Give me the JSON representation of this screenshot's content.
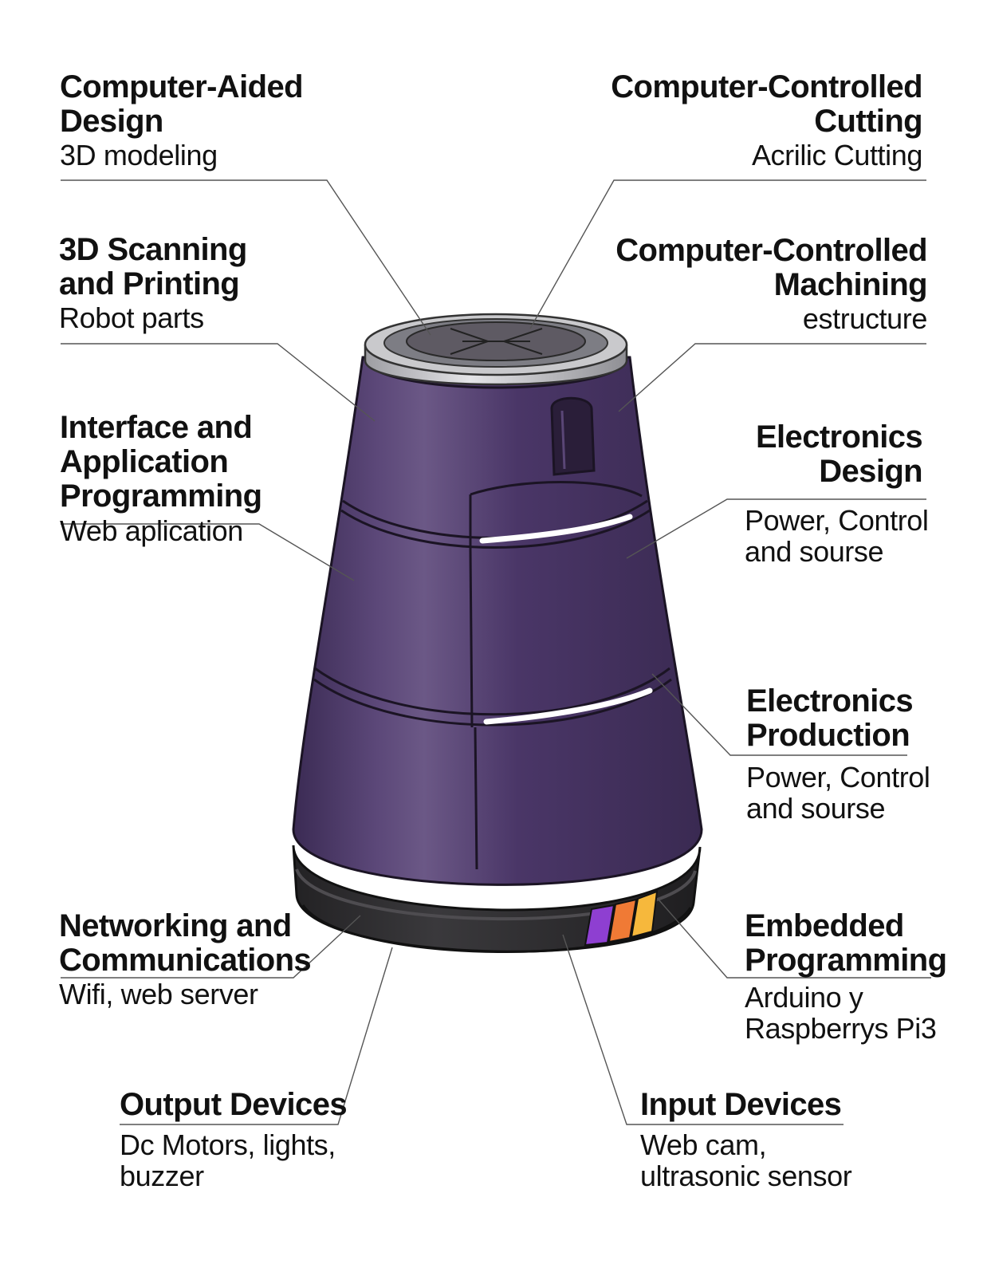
{
  "colors": {
    "body_purple": "#4a3566",
    "body_shade": "#3a2a52",
    "body_highlight": "#6a5684",
    "base_black": "#2b2a2c",
    "top_ring": "#c9c9cc",
    "accent_purple": "#8e3fd1",
    "accent_orange": "#f07a35",
    "accent_yellow": "#f6b83c",
    "leader_line": "#555555"
  },
  "figure": {
    "name": "purple-robot-render",
    "stripe_colors": [
      "accent_purple",
      "accent_orange",
      "accent_yellow"
    ]
  },
  "labels": [
    {
      "id": "cad",
      "title": "Computer-Aided\nDesign",
      "subtitle": "3D modeling"
    },
    {
      "id": "cutting",
      "title": "Computer-Controlled\nCutting",
      "subtitle": "Acrilic Cutting"
    },
    {
      "id": "scanning",
      "title": "3D Scanning\nand Printing",
      "subtitle": "Robot parts"
    },
    {
      "id": "machining",
      "title": "Computer-Controlled\nMachining",
      "subtitle": "estructure"
    },
    {
      "id": "interface",
      "title": "Interface and\nApplication\nProgramming",
      "subtitle": "Web aplication"
    },
    {
      "id": "elec-design",
      "title": "Electronics\nDesign",
      "subtitle": "Power, Control\nand sourse"
    },
    {
      "id": "elec-production",
      "title": "Electronics\nProduction",
      "subtitle": "Power, Control\nand sourse"
    },
    {
      "id": "networking",
      "title": "Networking and\nCommunications",
      "subtitle": "Wifi, web server"
    },
    {
      "id": "embedded",
      "title": "Embedded\nProgramming",
      "subtitle": "Arduino y\nRaspberrys Pi3"
    },
    {
      "id": "output",
      "title": "Output Devices",
      "subtitle": "Dc Motors, lights,\nbuzzer"
    },
    {
      "id": "input",
      "title": "Input Devices",
      "subtitle": "Web cam,\nultrasonic sensor"
    }
  ]
}
